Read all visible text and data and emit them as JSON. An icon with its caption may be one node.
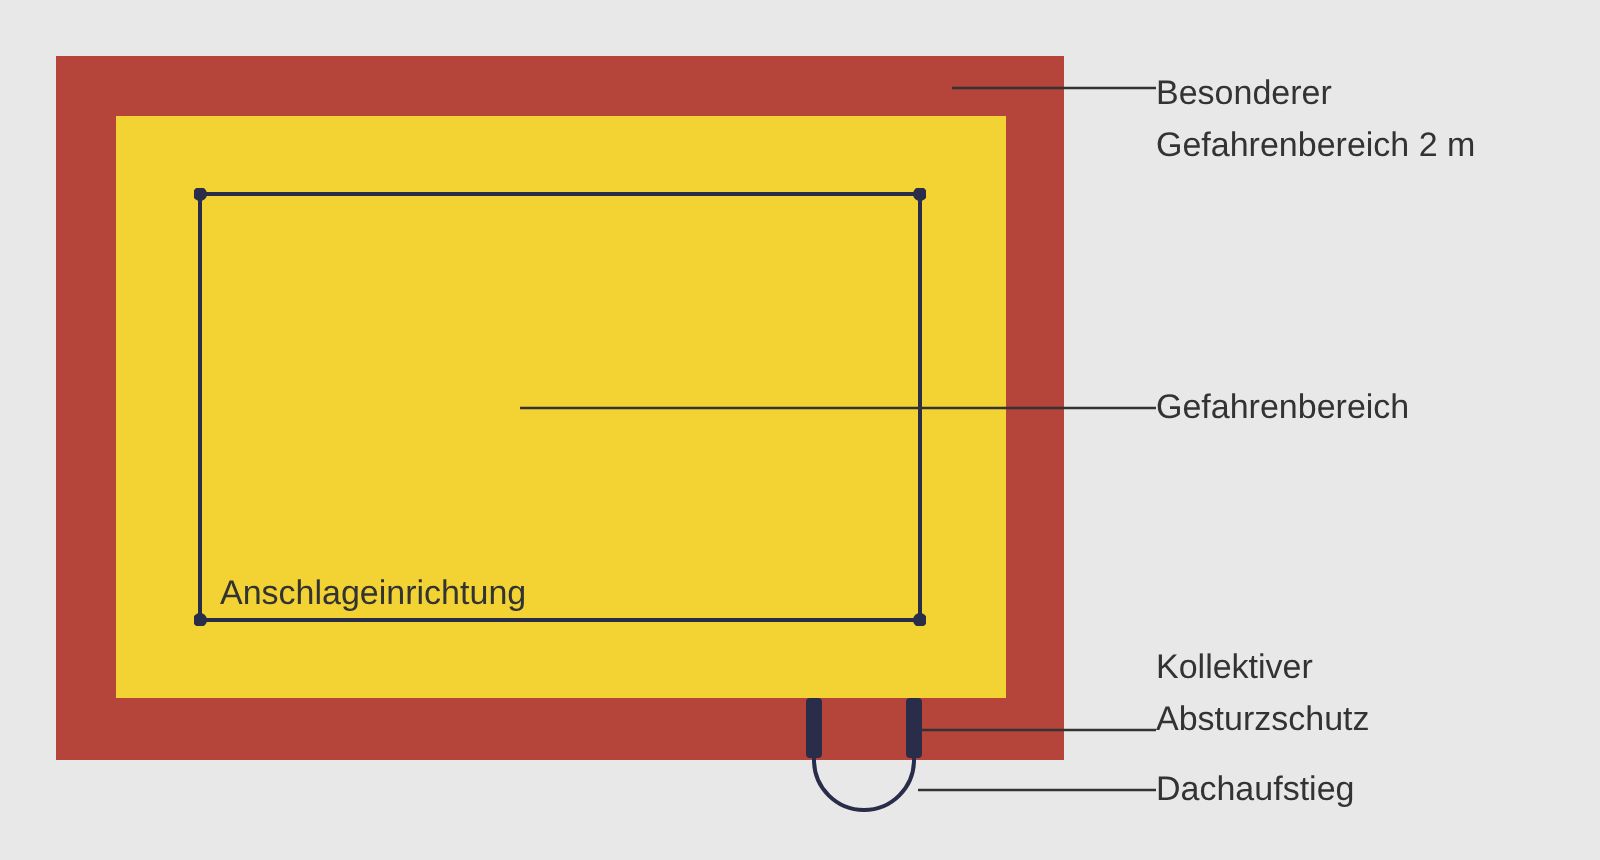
{
  "diagram": {
    "nodes": [
      {
        "text": [
          "Besonderer Gefahrenbereich 2 m"
        ]
      },
      {
        "text": [],
        "shape": "box"
      },
      {
        "text": [
          "Gefahrenbereich"
        ]
      },
      {
        "text": [],
        "shape": "box",
        "in": 1
      },
      {
        "text": [
          "Kollektiver Absturzschutz"
        ]
      },
      {
        "text": [],
        "shape": "bar",
        "in": 1
      },
      {
        "text": [
          "Dachaufstieg"
        ]
      },
      {
        "text": [],
        "shape": "loop"
      }
    ],
    "edges": [
      {
        "from": 0,
        "to": 1,
        "arrow": "none"
      },
      {
        "from": 2,
        "to": 3,
        "arrow": "none"
      },
      {
        "from": 4,
        "to": 5,
        "arrow": "none"
      },
      {
        "from": 6,
        "to": 7,
        "arrow": "none"
      }
    ],
    "labels": [
      "Anschlageinrichtung"
    ]
  }
}
